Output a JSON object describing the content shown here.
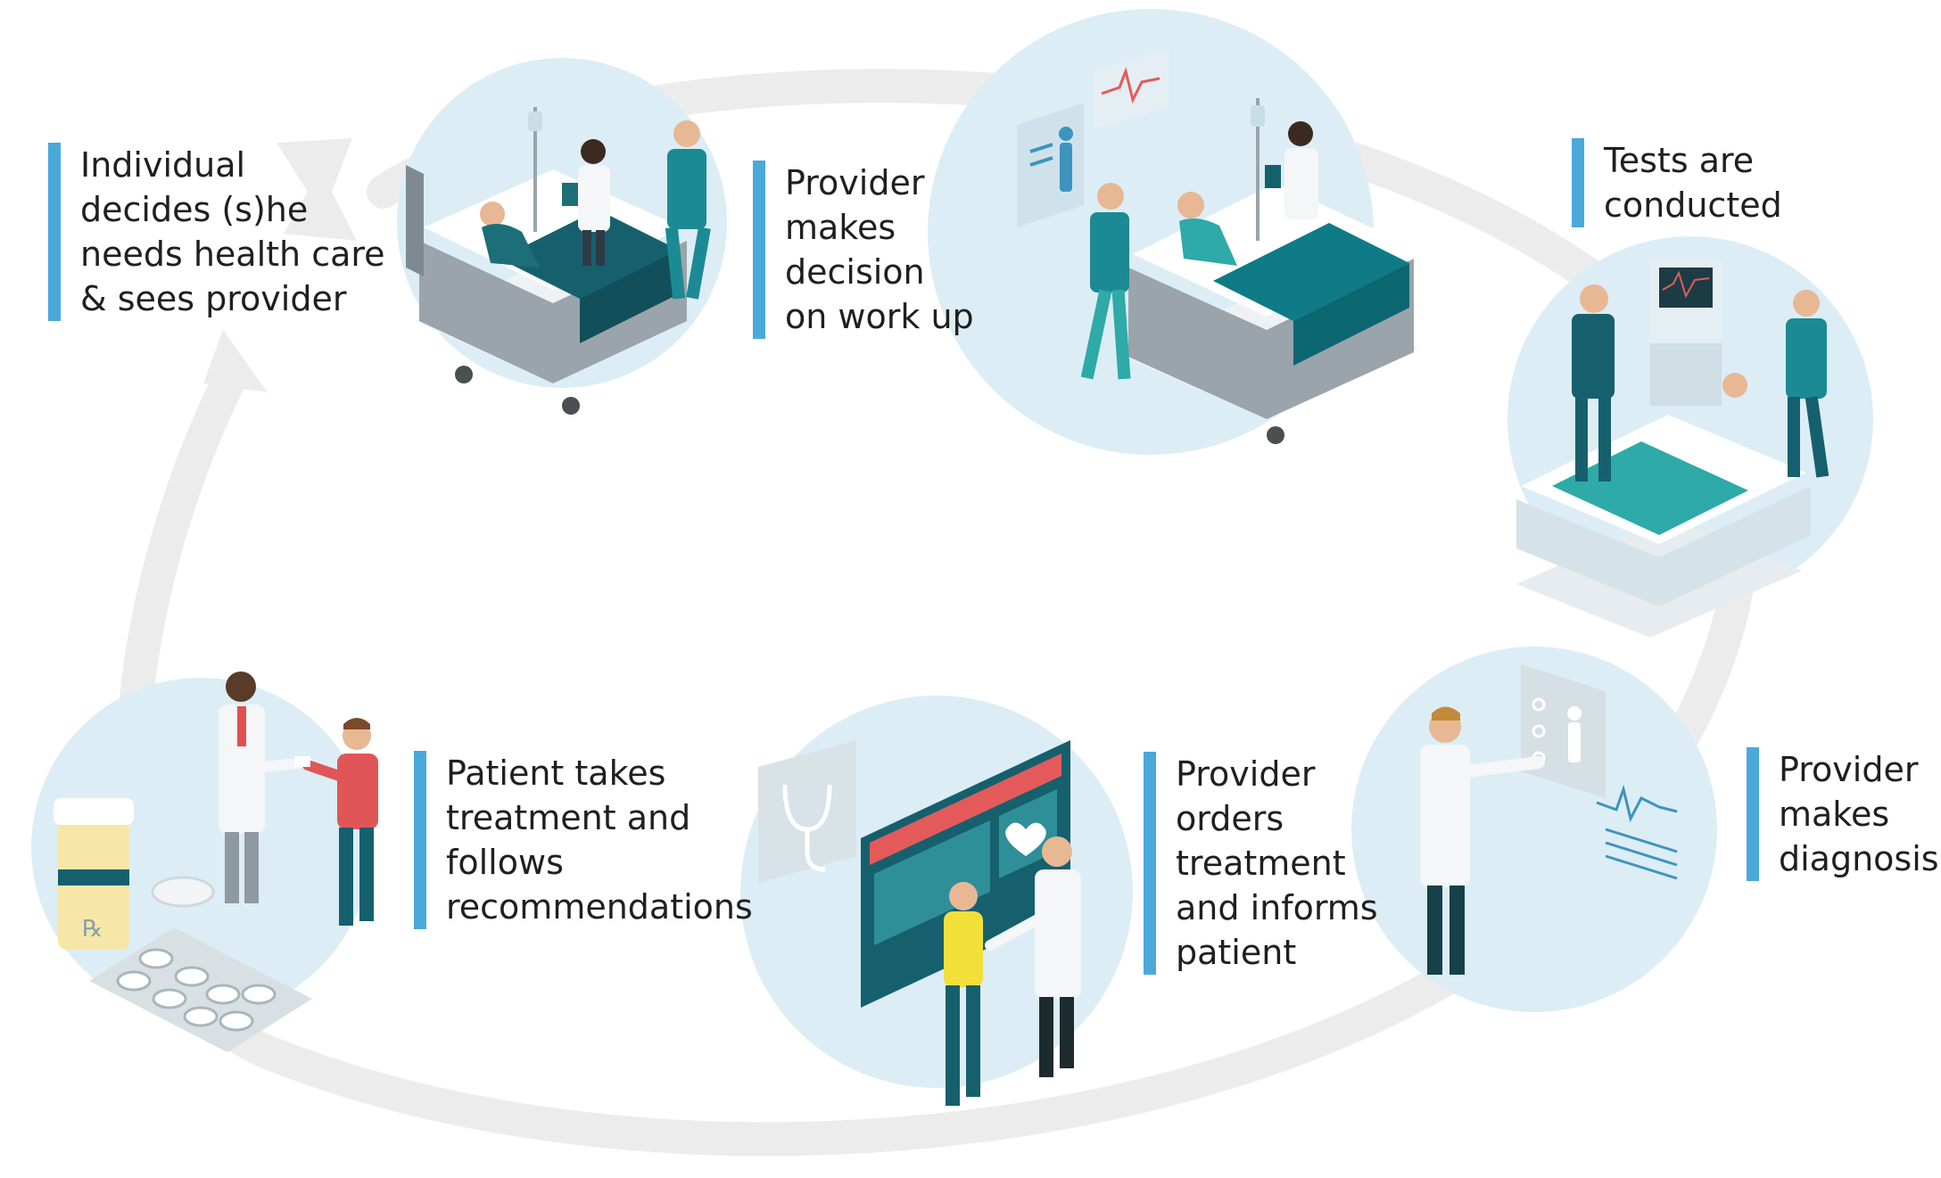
{
  "colors": {
    "accent_bar": "#4aa9db",
    "circle_fill": "#dcedf6",
    "cycle_arrow": "#ececec",
    "scrubs_teal": "#1c8a94",
    "dark_teal": "#16606e",
    "skin": "#e8b894",
    "text": "#1f1f1f"
  },
  "steps": [
    {
      "id": "decides",
      "lines": [
        "Individual",
        "decides (s)he",
        "needs health care",
        "& sees provider"
      ],
      "illustration": "patient-in-bed-with-doctor-and-nurse"
    },
    {
      "id": "workup",
      "lines": [
        "Provider",
        "makes",
        "decision",
        "on work up"
      ],
      "illustration": "nurse-walking-by-patient-bed-with-monitors"
    },
    {
      "id": "tests",
      "lines": [
        "Tests are",
        "conducted"
      ],
      "illustration": "patient-on-scanner-table-with-staff"
    },
    {
      "id": "diagnosis",
      "lines": [
        "Provider",
        "makes",
        "diagnosis"
      ],
      "illustration": "doctor-touching-virtual-screen"
    },
    {
      "id": "treatment",
      "lines": [
        "Provider",
        "orders",
        "treatment",
        "and informs",
        "patient"
      ],
      "illustration": "doctor-shaking-hands-with-patient-at-monitor"
    },
    {
      "id": "follows",
      "lines": [
        "Patient takes",
        "treatment and",
        "follows",
        "recommendations"
      ],
      "illustration": "doctor-giving-prescription-pills-bottle"
    }
  ]
}
